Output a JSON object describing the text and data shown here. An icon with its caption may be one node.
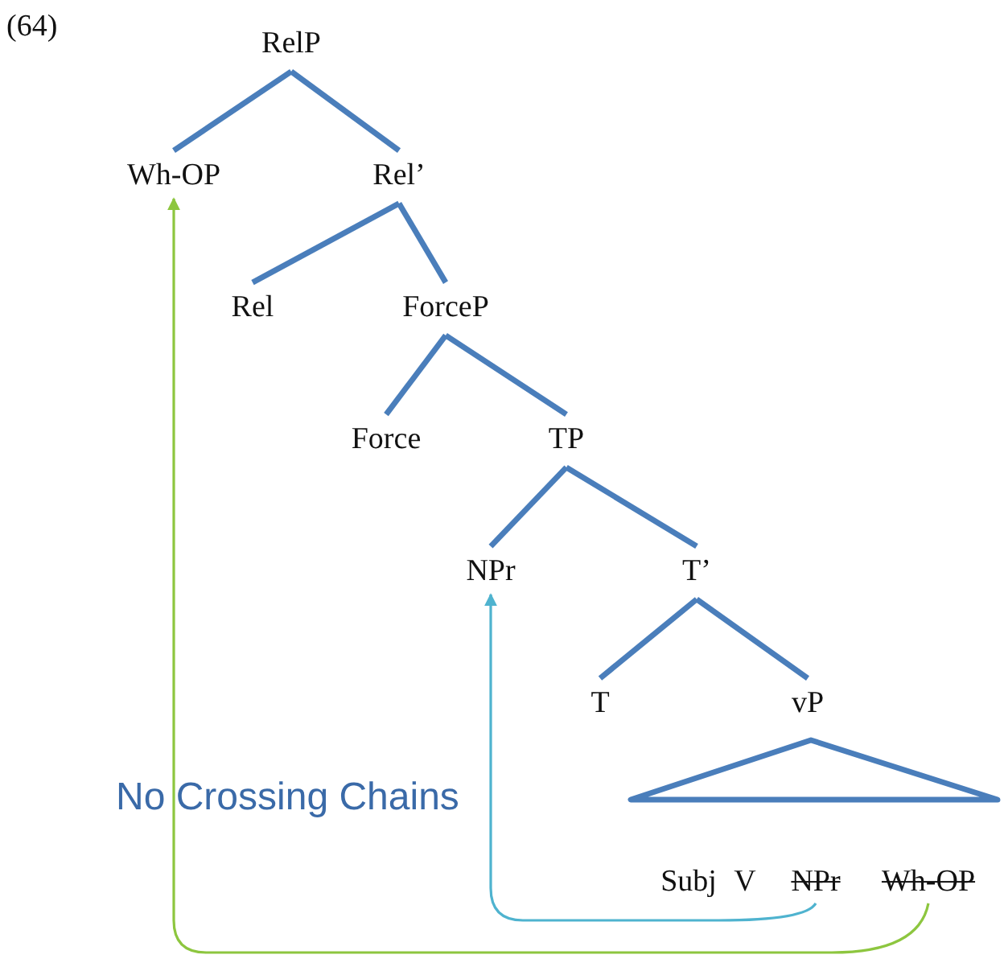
{
  "diagram": {
    "nodes": [
      {
        "text": [
          "RelP"
        ]
      },
      {
        "text": [
          "Wh-OP"
        ]
      },
      {
        "text": [
          "Rel’"
        ]
      },
      {
        "text": [
          "Rel"
        ]
      },
      {
        "text": [
          "ForceP"
        ]
      },
      {
        "text": [
          "Force"
        ]
      },
      {
        "text": [
          "TP"
        ]
      },
      {
        "text": [
          "NPr"
        ]
      },
      {
        "text": [
          "T’"
        ]
      },
      {
        "text": [
          "T"
        ]
      },
      {
        "text": [
          "vP"
        ]
      },
      {
        "text": [
          "Subj"
        ]
      },
      {
        "text": [
          "V"
        ]
      },
      {
        "text": [
          "NPr"
        ]
      },
      {
        "text": [
          "Wh-OP"
        ]
      }
    ],
    "edges": [
      {
        "from": 0,
        "to": 1,
        "arrow": "none"
      },
      {
        "from": 0,
        "to": 2,
        "arrow": "none"
      },
      {
        "from": 2,
        "to": 3,
        "arrow": "none"
      },
      {
        "from": 2,
        "to": 4,
        "arrow": "none"
      },
      {
        "from": 4,
        "to": 5,
        "arrow": "none"
      },
      {
        "from": 4,
        "to": 6,
        "arrow": "none"
      },
      {
        "from": 6,
        "to": 7,
        "arrow": "none"
      },
      {
        "from": 6,
        "to": 8,
        "arrow": "none"
      },
      {
        "from": 8,
        "to": 9,
        "arrow": "none"
      },
      {
        "from": 8,
        "to": 10,
        "arrow": "none"
      },
      {
        "from": 13,
        "to": 7,
        "arrow": "to",
        "color": "#4fb3cf"
      },
      {
        "from": 14,
        "to": 1,
        "arrow": "to",
        "color": "#8dc63f"
      }
    ],
    "labels": [
      "(64)",
      "No Crossing Chains"
    ]
  }
}
